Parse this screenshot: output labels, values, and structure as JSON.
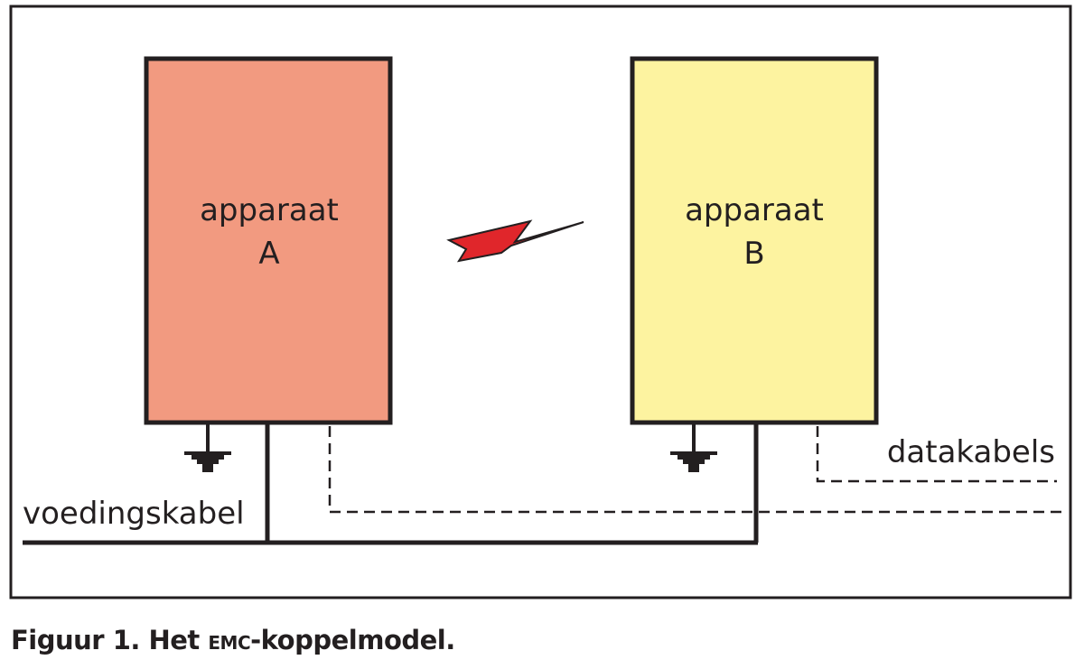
{
  "diagram": {
    "device_a": {
      "line1": "apparaat",
      "line2": "A",
      "color": "#f29a80"
    },
    "device_b": {
      "line1": "apparaat",
      "line2": "B",
      "color": "#fdf3a0"
    },
    "power_cable_label": "voedingskabel",
    "data_cables_label": "datakabels",
    "interference_color": "#e0262b"
  },
  "caption": {
    "prefix": "Figuur 1. Het ",
    "abbrev": "EMC",
    "suffix": "-koppelmodel."
  }
}
